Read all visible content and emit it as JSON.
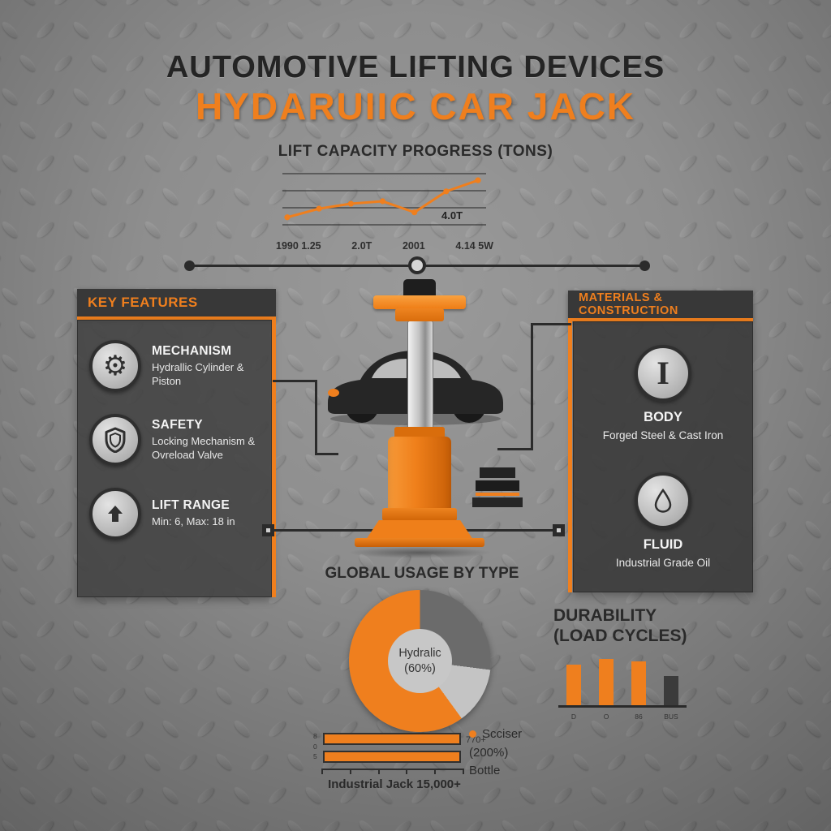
{
  "colors": {
    "accent": "#EF7F1E",
    "panel_dark": "#3A3A3A",
    "text_dark": "#262626"
  },
  "header": {
    "title": "AUTOMOTIVE LIFTING DEVICES",
    "subtitle": "HYDARUIIC CAR JACK"
  },
  "line_chart": {
    "type": "line",
    "title": "LIFT CAPACITY PROGRESS (TONS)",
    "x_labels": [
      "1990 1.25",
      "2.0T",
      "2001",
      "4.14 5W"
    ],
    "values": [
      1.2,
      1.9,
      2.3,
      2.5,
      1.6,
      3.3,
      4.2
    ],
    "ylim": [
      0,
      5
    ],
    "annotation": "4.0T",
    "grid": true
  },
  "key_features": {
    "title": "KEY FEATURES",
    "items": [
      {
        "icon": "gear-icon",
        "title": "MECHANISM",
        "desc": "Hydrallic Cylinder & Piston"
      },
      {
        "icon": "shield-icon",
        "title": "SAFETY",
        "desc": "Locking Mechanism & Ovreload Valve"
      },
      {
        "icon": "lift-arrow-icon",
        "title": "LIFT RANGE",
        "desc": "Min: 6, Max: 18 in"
      }
    ]
  },
  "materials": {
    "title": "MATERIALS & CONSTRUCTION",
    "items": [
      {
        "icon": "i-beam-icon",
        "title": "BODY",
        "desc": "Forged Steel & Cast Iron"
      },
      {
        "icon": "oil-drop-icon",
        "title": "FLUID",
        "desc": "Industrial Grade Oil"
      }
    ]
  },
  "donut": {
    "type": "donut",
    "title": "GLOBAL USAGE BY TYPE",
    "center_label_line1": "Hydralic",
    "center_label_line2": "(60%)",
    "segments": [
      {
        "name": "other-dark",
        "value": 27,
        "color": "#6B6B6B"
      },
      {
        "name": "other-light",
        "value": 13,
        "color": "#C4C4C4"
      },
      {
        "name": "hydraulic",
        "value": 60,
        "color": "#EF7F1E"
      }
    ]
  },
  "durability": {
    "type": "bar",
    "title_lines": [
      "DURABILITY",
      "(LOAD CYCLES)"
    ],
    "values": [
      50,
      57,
      54,
      36
    ],
    "colors": [
      "#EF7F1E",
      "#EF7F1E",
      "#EF7F1E",
      "#3B3B3B"
    ],
    "x_labels": [
      "D",
      "O",
      "86",
      "BUS"
    ]
  },
  "usage_bars": {
    "type": "horizontal-bar",
    "y_labels": [
      "8",
      "0",
      "5"
    ],
    "bars": [
      {
        "value": 100,
        "label": "770+"
      },
      {
        "value": 100,
        "label": ""
      }
    ],
    "legend": [
      "Scciser",
      "(200%)",
      "Bottle"
    ],
    "caption": "Industrial Jack 15,000+"
  }
}
